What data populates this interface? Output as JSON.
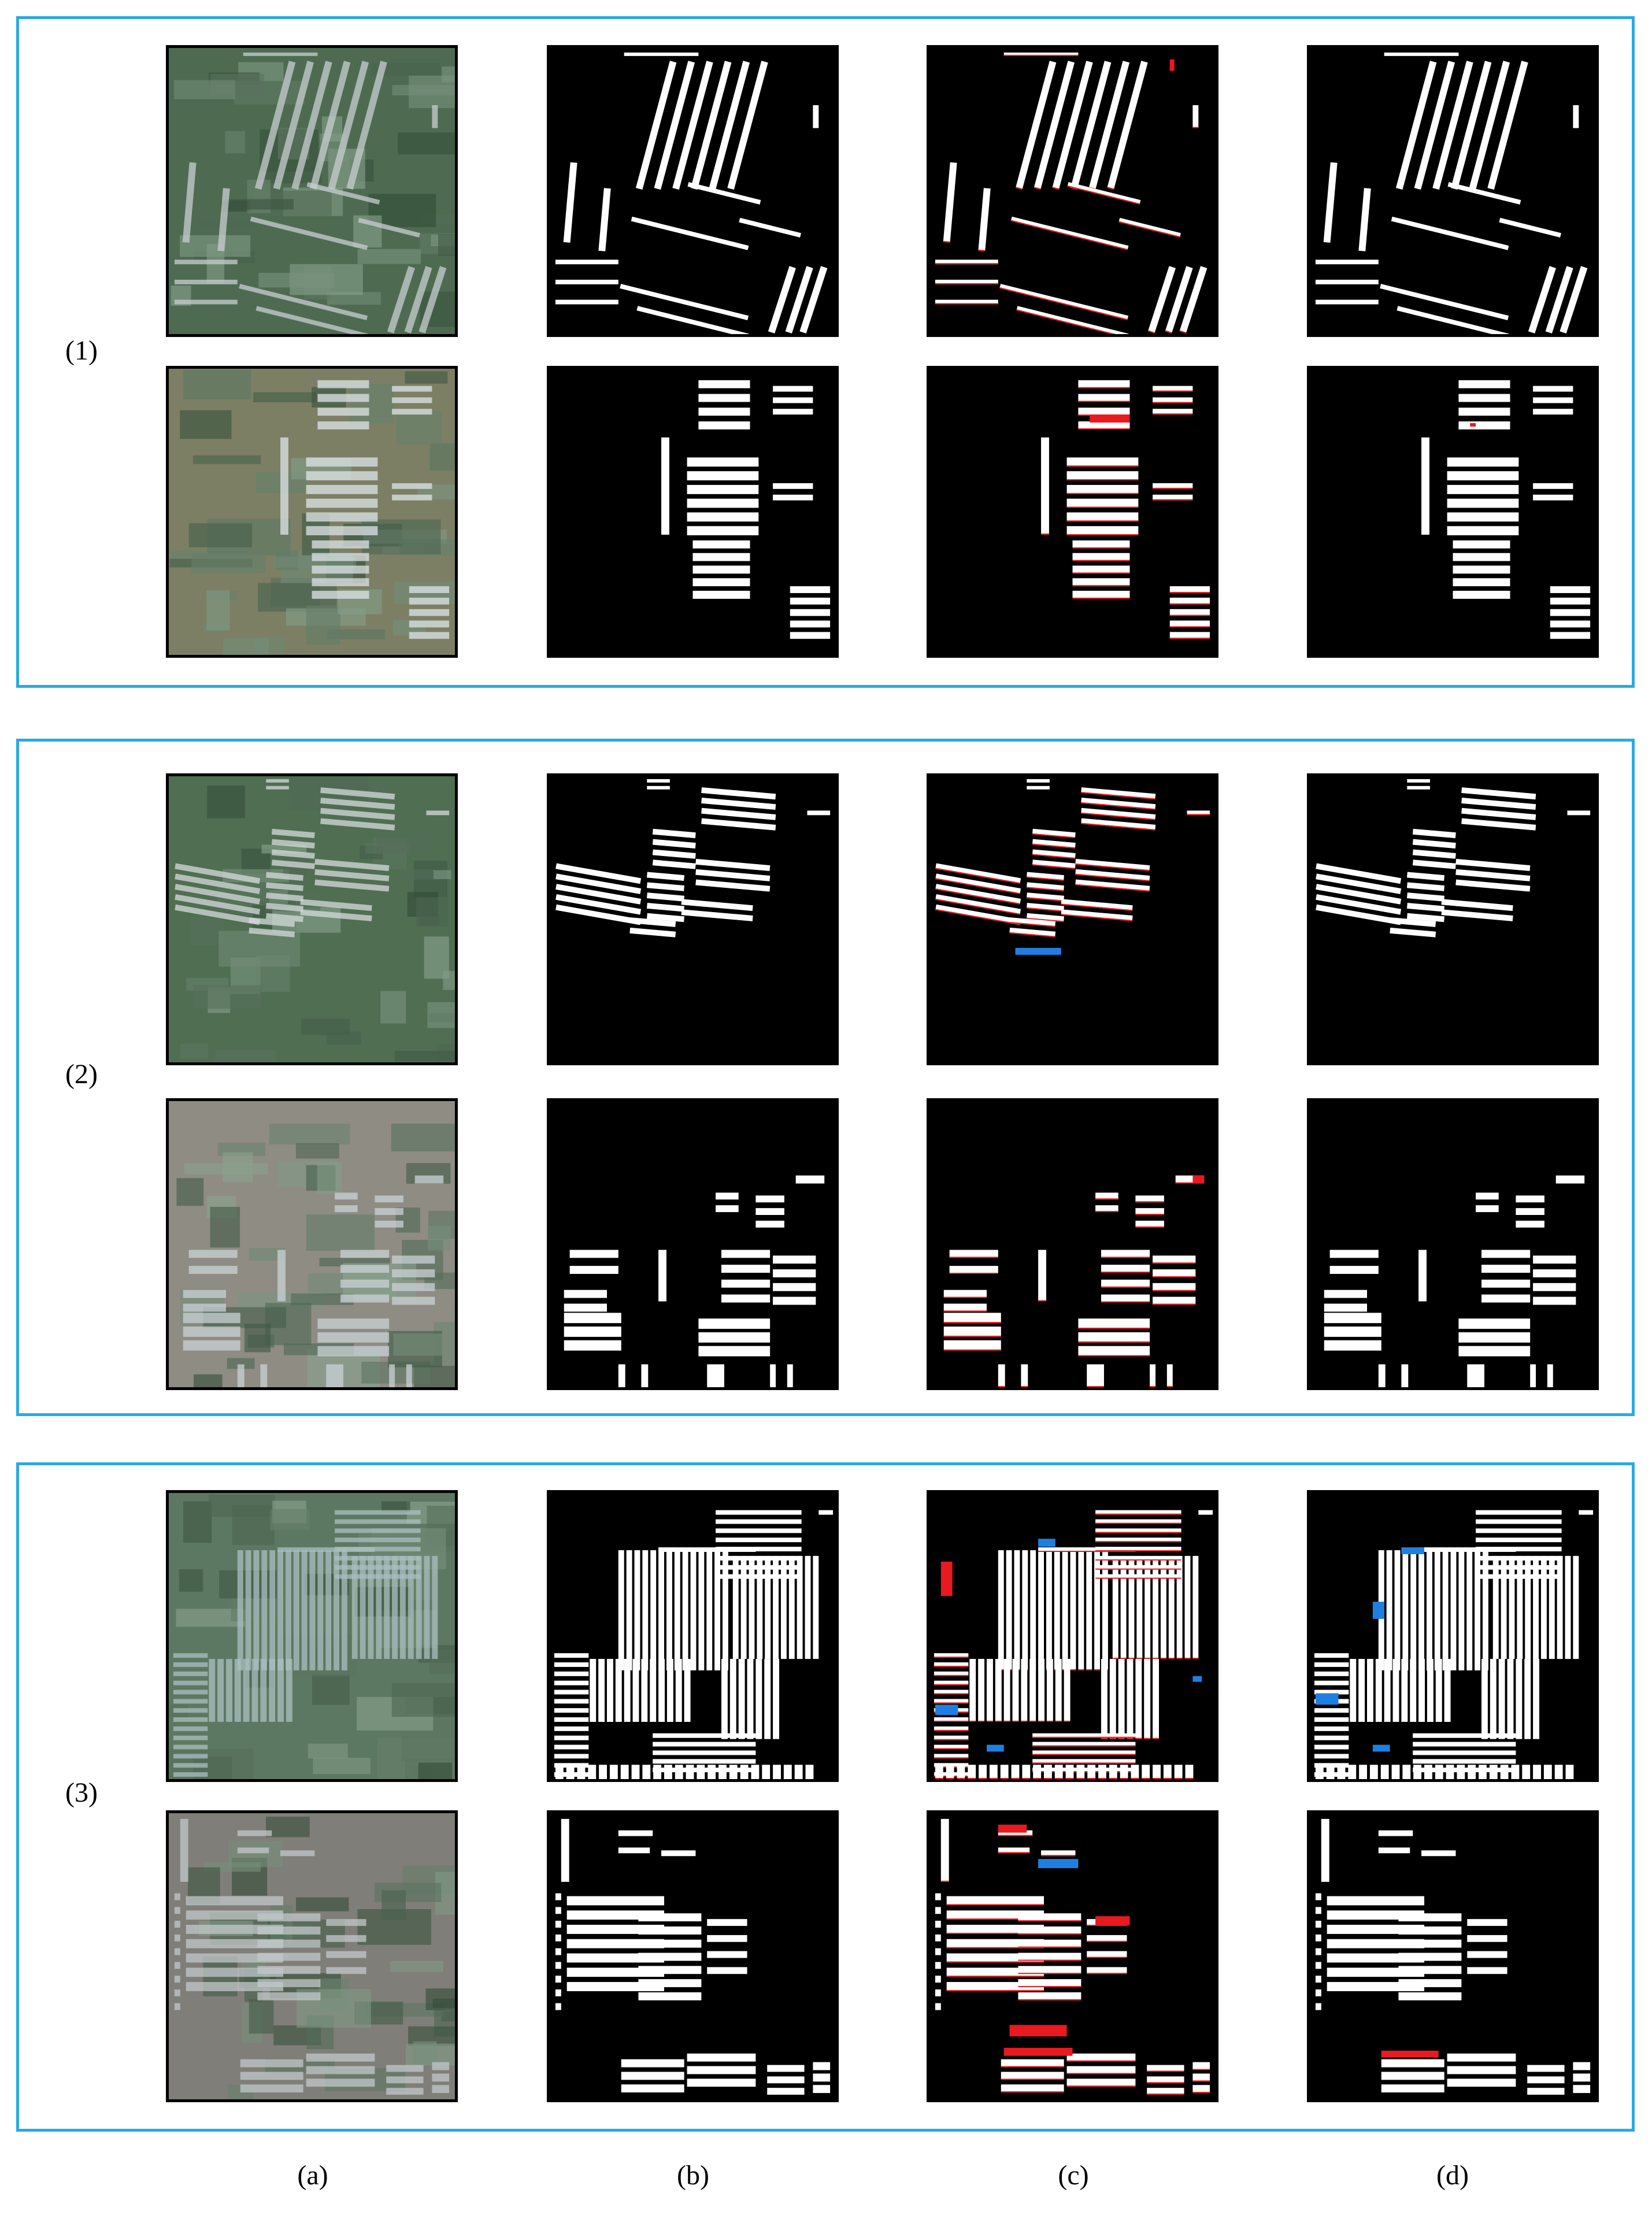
{
  "groups": [
    {
      "label": "(1)"
    },
    {
      "label": "(2)"
    },
    {
      "label": "(3)"
    }
  ],
  "columns": [
    {
      "label": "(a)"
    },
    {
      "label": "(b)"
    },
    {
      "label": "(c)"
    },
    {
      "label": "(d)"
    }
  ],
  "colors": {
    "panel_border": "#29aae2",
    "mask_background": "#000000",
    "mask_foreground": "#ffffff",
    "error_red": "#e8191f",
    "error_blue": "#1f7fe0"
  }
}
